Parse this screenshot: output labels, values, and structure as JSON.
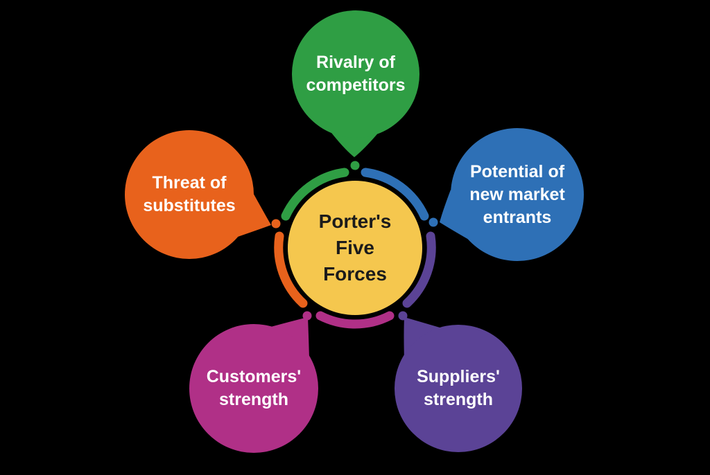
{
  "diagram_title": "Porter's Five Forces",
  "colors": {
    "background": "#000000",
    "center_fill": "#f5c74e",
    "center_text": "#1b1b1b",
    "bubble_text": "#ffffff"
  },
  "center": {
    "label": "Porter's\nFive\nForces"
  },
  "forces": [
    {
      "name": "rivalry-of-competitors",
      "label": "Rivalry of\ncompetitors",
      "color": "#2f9e44"
    },
    {
      "name": "threat-of-substitutes",
      "label": "Threat of\nsubstitutes",
      "color": "#e8621c"
    },
    {
      "name": "potential-of-new-market-entrants",
      "label": "Potential of\nnew market\nentrants",
      "color": "#2e70b6"
    },
    {
      "name": "customers-strength",
      "label": "Customers'\nstrength",
      "color": "#b03087"
    },
    {
      "name": "suppliers-strength",
      "label": "Suppliers'\nstrength",
      "color": "#5b4396"
    }
  ]
}
